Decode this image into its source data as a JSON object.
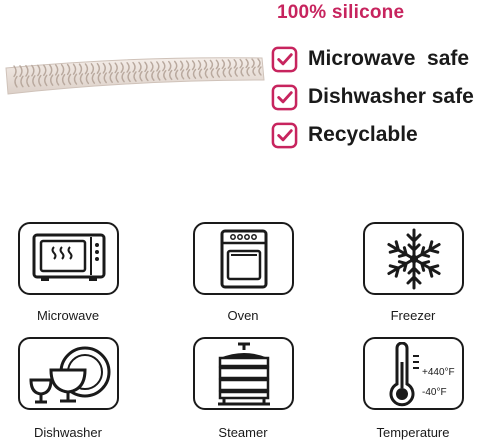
{
  "header": {
    "title": "100% silicone"
  },
  "features": [
    {
      "label": "Microwave  safe",
      "icon": "checkbox-check-icon"
    },
    {
      "label": "Dishwasher safe",
      "icon": "checkbox-check-icon"
    },
    {
      "label": "Recyclable",
      "icon": "checkbox-check-icon"
    }
  ],
  "usage": [
    {
      "label": "Microwave",
      "icon": "microwave-icon"
    },
    {
      "label": "Oven",
      "icon": "oven-icon"
    },
    {
      "label": "Freezer",
      "icon": "snowflake-icon"
    },
    {
      "label": "Dishwasher",
      "icon": "dishes-icon"
    },
    {
      "label": "Steamer",
      "icon": "steamer-icon"
    },
    {
      "label": "Temperature",
      "icon": "thermometer-icon"
    }
  ],
  "temperature": {
    "max": "+440°F",
    "min": "-40°F"
  },
  "colors": {
    "accent": "#c7245e",
    "text": "#1a1a1a",
    "mold": "#ede4de"
  }
}
